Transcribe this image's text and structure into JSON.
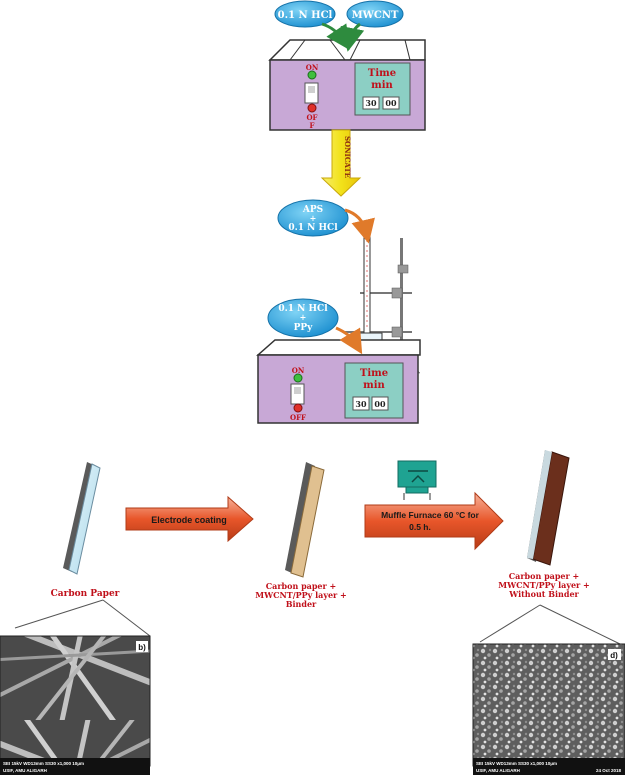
{
  "stage1": {
    "bubble_left": "0.1 N HCl",
    "bubble_right": "MWCNT",
    "on_label": "ON",
    "off_label_line1": "OF",
    "off_label_line2": "F",
    "timer_title_line1": "Time",
    "timer_title_line2": "min",
    "timer_minutes": "30",
    "timer_seconds": "00"
  },
  "sonicate_label": "SONICATE",
  "stage2": {
    "bubble_aps_line1": "APS",
    "bubble_aps_line2": "+",
    "bubble_aps_line3": "0.1 N HCl",
    "bubble_hcl_line1": "0.1 N HCl",
    "bubble_hcl_line2": "+",
    "bubble_hcl_line3": "PPy",
    "on_label": "ON",
    "off_label": "OFF",
    "timer_title_line1": "Time",
    "timer_title_line2": "min",
    "timer_minutes": "30",
    "timer_seconds": "00"
  },
  "process": {
    "carbon_paper_label": "Carbon Paper",
    "coating_arrow_label": "Electrode coating",
    "coated_label_line1": "Carbon paper +",
    "coated_label_line2": "MWCNT/PPy layer +",
    "coated_label_line3": "Binder",
    "furnace_arrow_line1": "Muffle Furnace 60 °C for",
    "furnace_arrow_line2": "0.5 h.",
    "final_label_line1": "Carbon paper +",
    "final_label_line2": "MWCNT/PPy layer +",
    "final_label_line3": "Without Binder"
  },
  "sem_left": {
    "panel_letter": "b)",
    "info_line1": "SEI    15kV    WD13mm    SS30    x1,000    10μm",
    "info_line2": "USIF, AMU ALIGARH"
  },
  "sem_right": {
    "panel_letter": "d)",
    "info_line1": "SEI    15kV    WD13mm    SS30    x1,000    10μm",
    "info_line2": "USIF, AMU ALIGARH",
    "date": "24 Oct 2018"
  },
  "colors": {
    "machine_fill": "#c8a8d6",
    "screen_fill": "#8ccfc4",
    "bubble_fill": "#29a8e0",
    "arrow_orange": "#e8562a",
    "arrow_yellow": "#f2e21a",
    "label_red": "#c0101a",
    "coated_layer": "#e0c090",
    "final_layer": "#6b2f1c",
    "furnace_teal": "#1fa392"
  }
}
